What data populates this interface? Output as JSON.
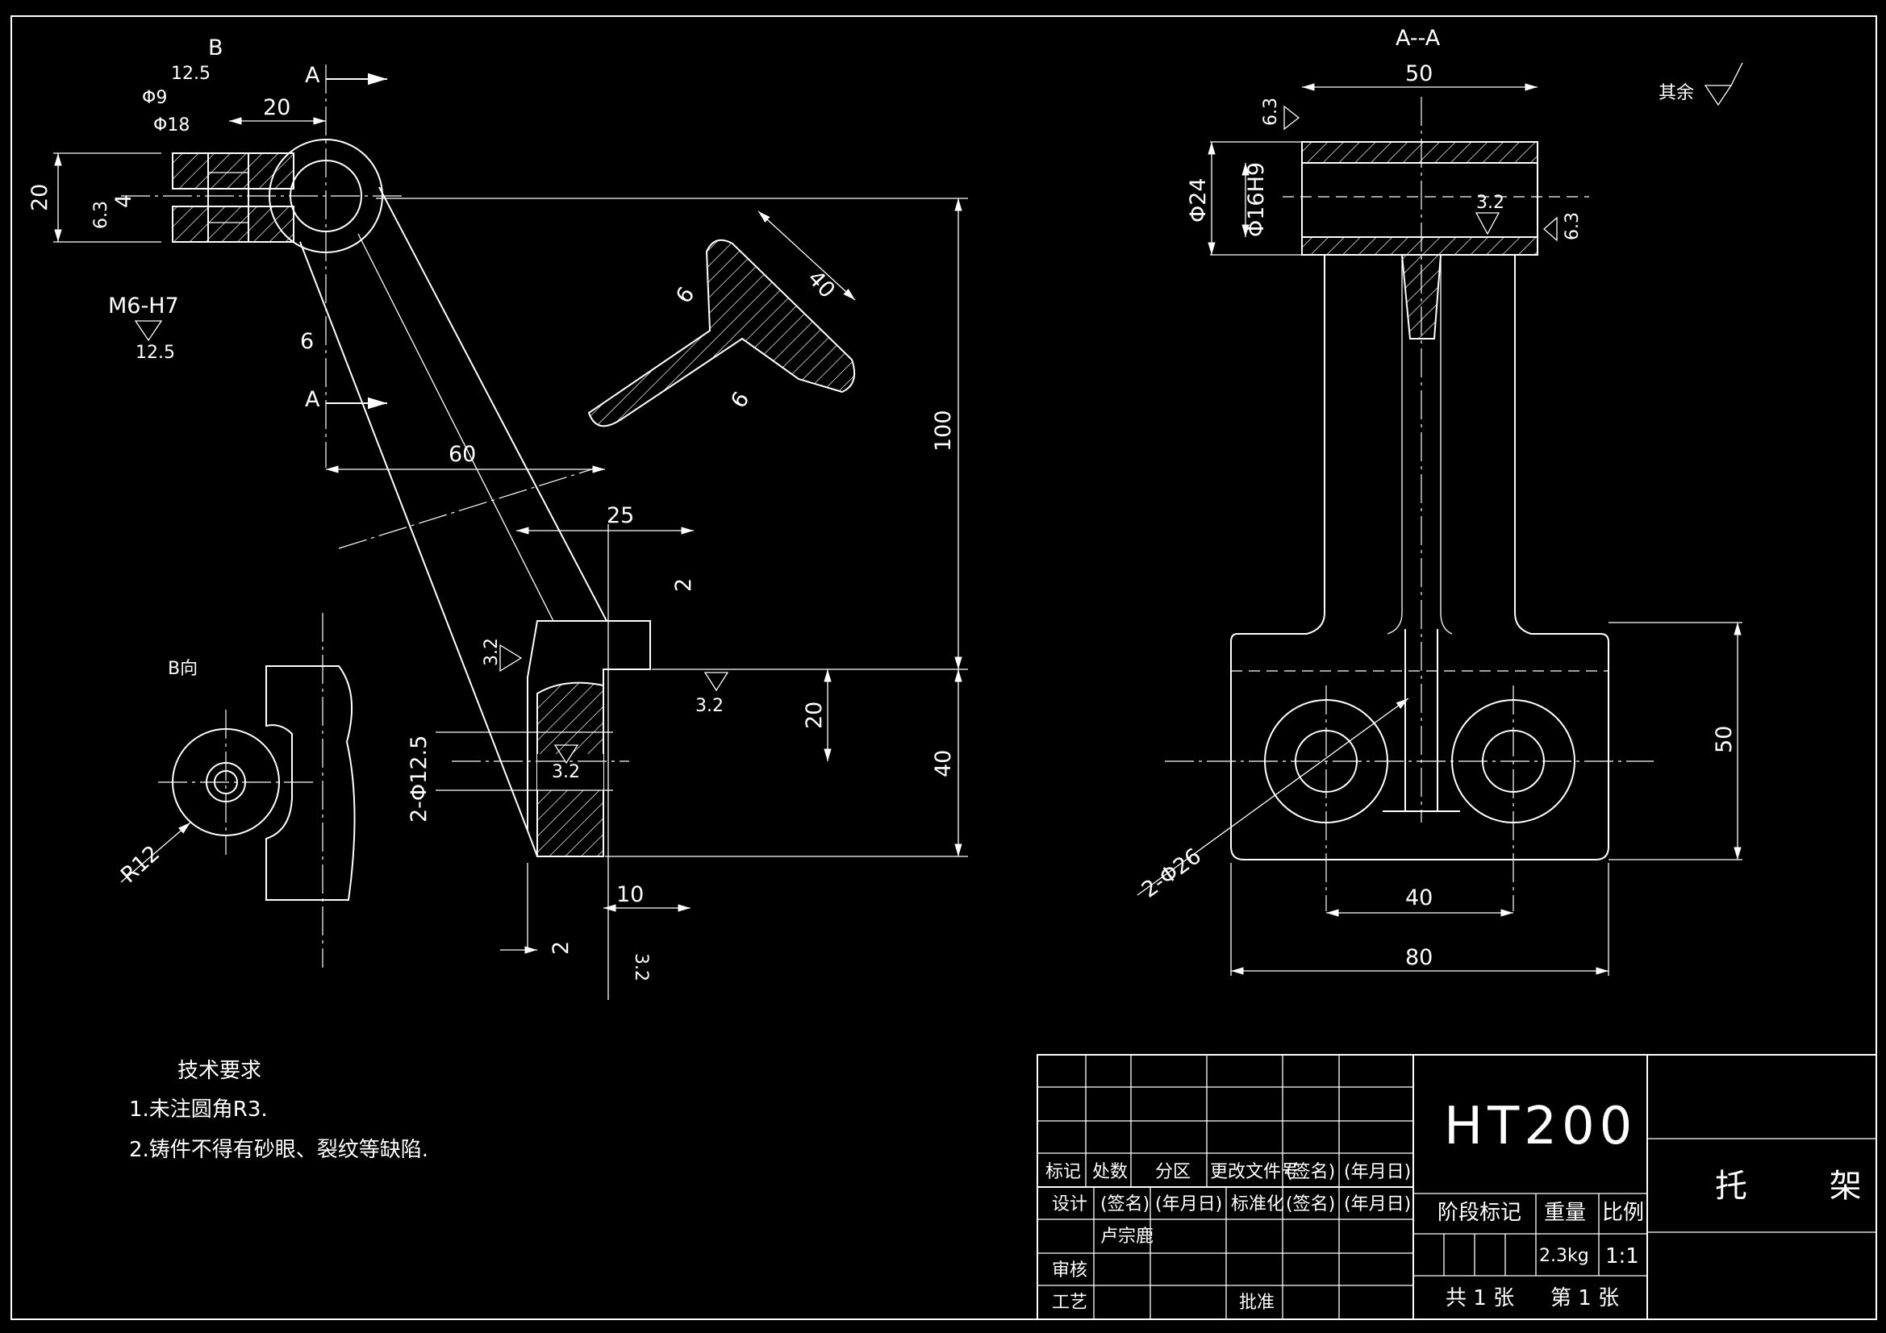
{
  "section_label": "A--A",
  "default_roughness": "其余",
  "view_b_label": "B向",
  "cut_labels": [
    "A",
    "A",
    "B"
  ],
  "dims_front": [
    "20",
    "20",
    "4",
    "6",
    "60",
    "25",
    "2",
    "100",
    "20",
    "40",
    "10",
    "2",
    "40",
    "6",
    "6",
    "R12"
  ],
  "dims_front_special": {
    "d9": "Φ9",
    "d18": "Φ18",
    "m6": "M6-H7",
    "d125": "2-Φ12.5"
  },
  "roughness": {
    "r125": "12.5",
    "r63": "6.3",
    "r32": "3.2"
  },
  "dims_section": {
    "w50": "50",
    "d24": "Φ24",
    "d16": "Φ16H9",
    "h50": "50",
    "w40": "40",
    "w80": "80",
    "d26": "2-Φ26"
  },
  "tech_req": {
    "title": "技术要求",
    "items": [
      "1.未注圆角R3.",
      "2.铸件不得有砂眼、裂纹等缺陷."
    ]
  },
  "title_block": {
    "material": "HT200",
    "part_name": "托        架",
    "headers_row1": [
      "标记",
      "处数",
      "分区",
      "更改文件号",
      "(签名)",
      "(年月日)"
    ],
    "headers_row2": [
      "设计",
      "(签名)",
      "(年月日)",
      "标准化",
      "(签名)",
      "(年月日)"
    ],
    "designer": "卢宗鹿",
    "review": "审核",
    "process": "工艺",
    "approve": "批准",
    "stage_mark": "阶段标记",
    "weight_label": "重量",
    "scale_label": "比例",
    "weight": "2.3kg",
    "scale": "1:1",
    "sheets_total": "共 1 张",
    "sheet_no": "第 1 张"
  }
}
